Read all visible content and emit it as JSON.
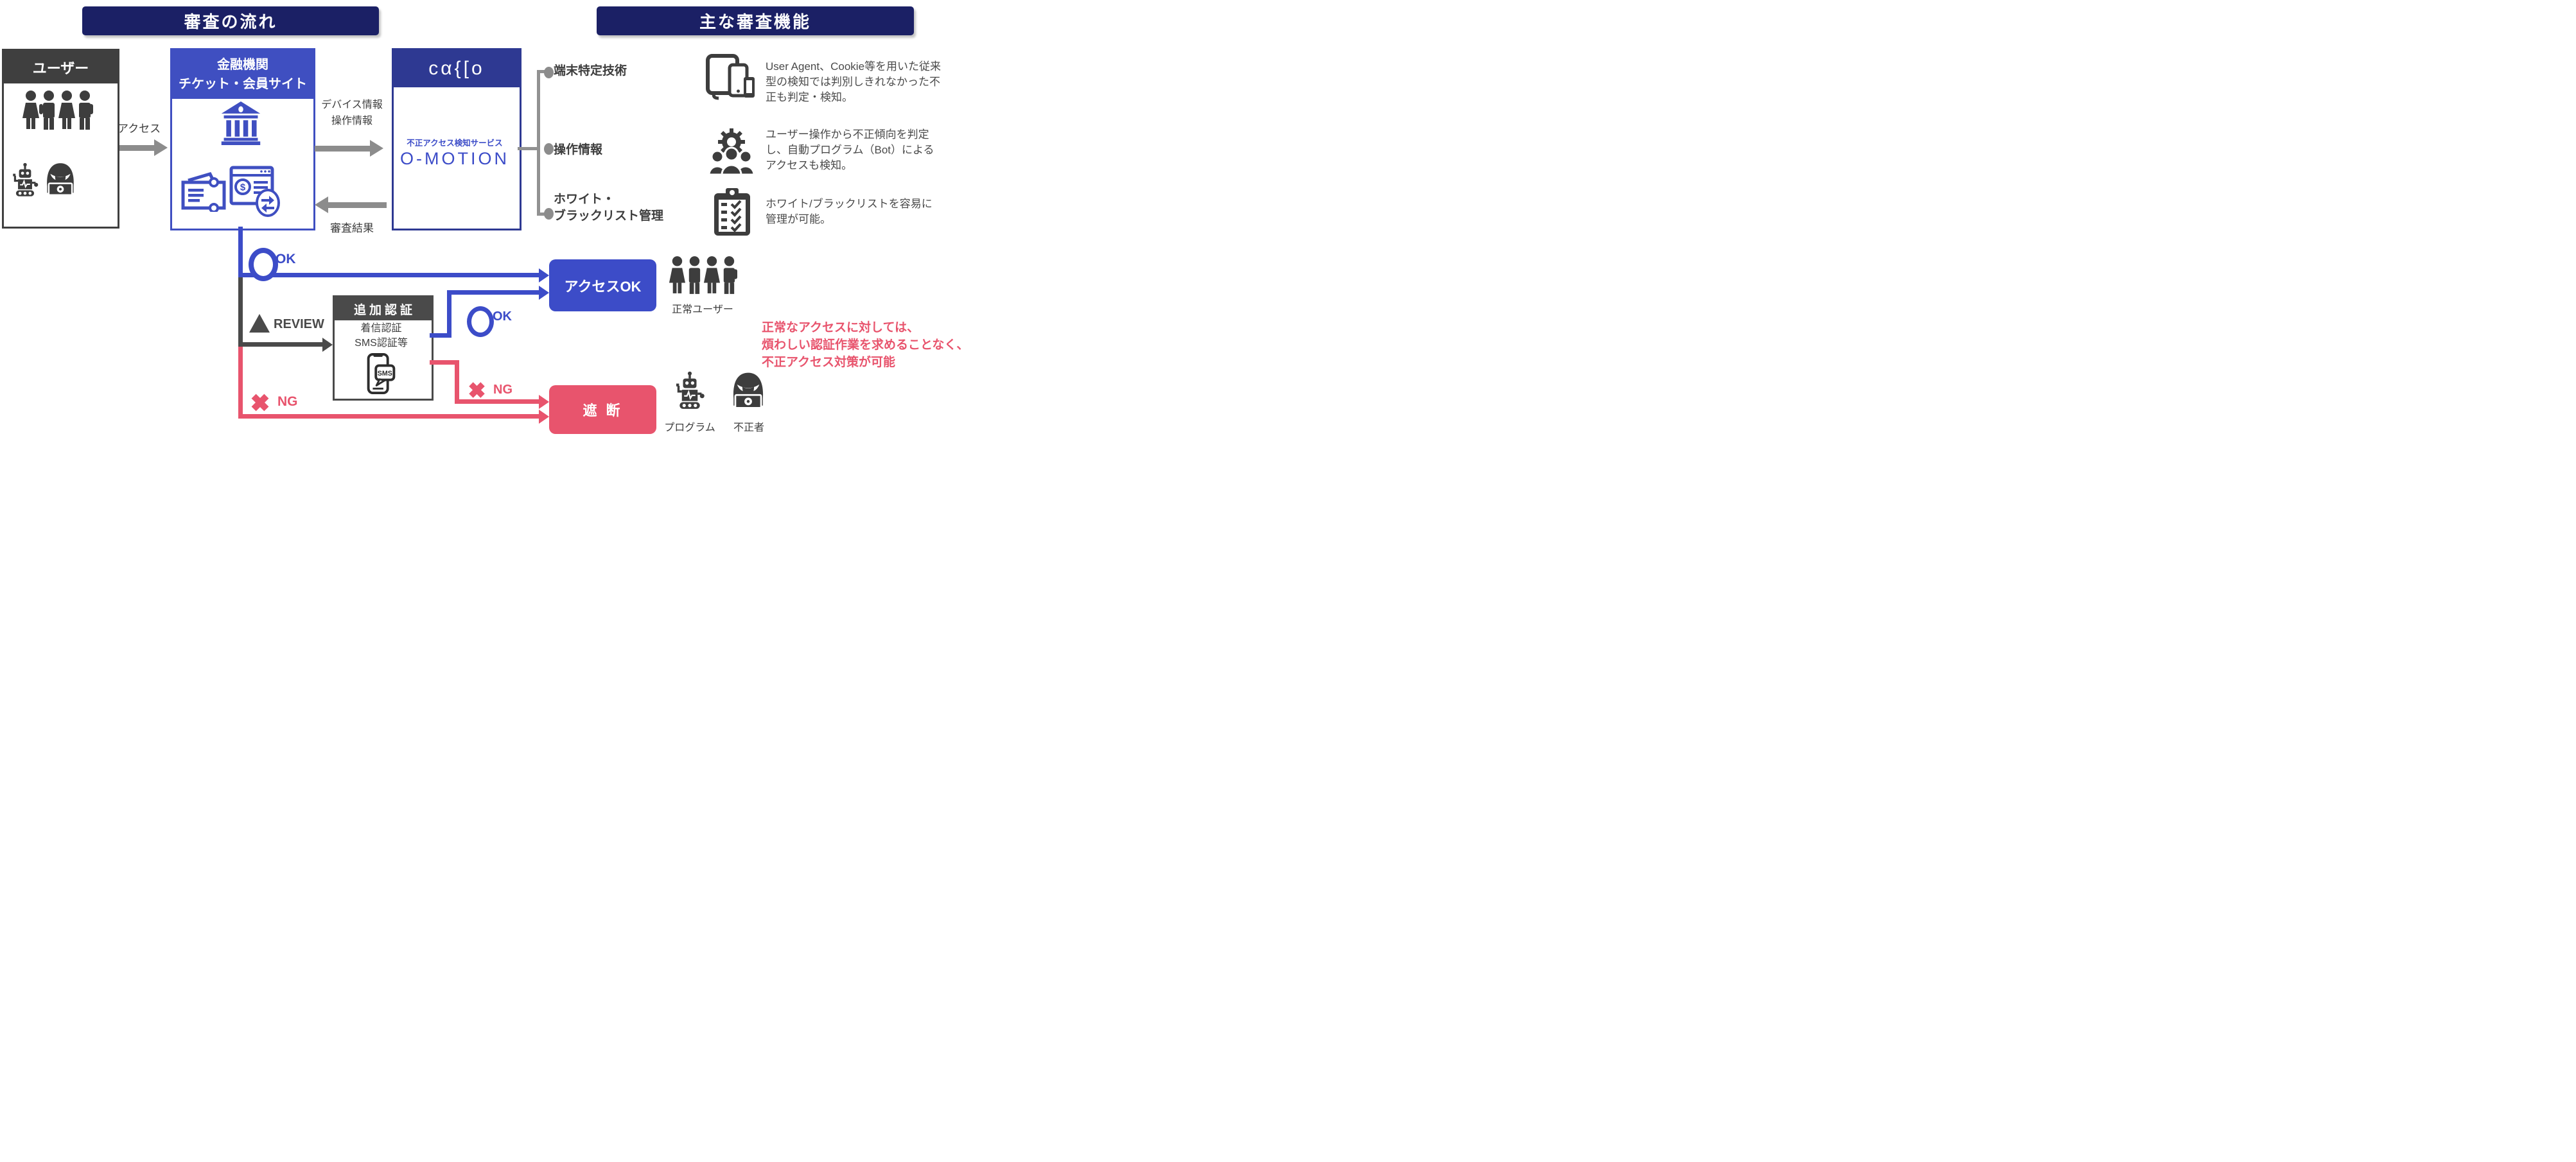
{
  "colors": {
    "banner_navy": "#1b2065",
    "brand_blue": "#3c4cc8",
    "cacco_indigo": "#2e3992",
    "alert_red": "#e8546d",
    "dark_gray": "#3d3d3d",
    "line_gray": "#8c8c8c"
  },
  "banners": {
    "flow": "審査の流れ",
    "functions": "主な審査機能"
  },
  "user_box": {
    "title": "ユーザー"
  },
  "access_arrow_label": "アクセス",
  "site_box": {
    "title": "金融機関\nチケット・会員サイト"
  },
  "exchange": {
    "to_omotion": "デバイス情報\n操作情報",
    "from_omotion": "審査結果"
  },
  "omotion_box": {
    "logo": "cα{[o",
    "service_label": "不正アクセス検知サービス",
    "product_name": "O-MOTION"
  },
  "features": [
    {
      "label": "端末特定技術",
      "description": "User Agent、Cookie等を用いた従来\n型の検知では判別しきれなかった不\n正も判定・検知。",
      "icon": "devices-icon"
    },
    {
      "label": "操作情報",
      "description": "ユーザー操作から不正傾向を判定\nし、自動プログラム（Bot）による\nアクセスも検知。",
      "icon": "bot-detection-icon"
    },
    {
      "label": "ホワイト・\nブラックリスト管理",
      "description": "ホワイト/ブラックリストを容易に\n管理が可能。",
      "icon": "list-management-icon"
    }
  ],
  "flow": {
    "ok": "OK",
    "review": "REVIEW",
    "ng": "NG"
  },
  "auth_box": {
    "title": "追加認証",
    "methods": "着信認証\nSMS認証等",
    "sms_text": "SMS"
  },
  "results": {
    "allow": "アクセスOK",
    "block": "遮 断"
  },
  "captions": {
    "normal_users": "正常ユーザー",
    "program": "プログラム",
    "fraudster": "不正者"
  },
  "note": "正常なアクセスに対しては、\n煩わしい認証作業を求めることなく、\n不正アクセス対策が可能"
}
